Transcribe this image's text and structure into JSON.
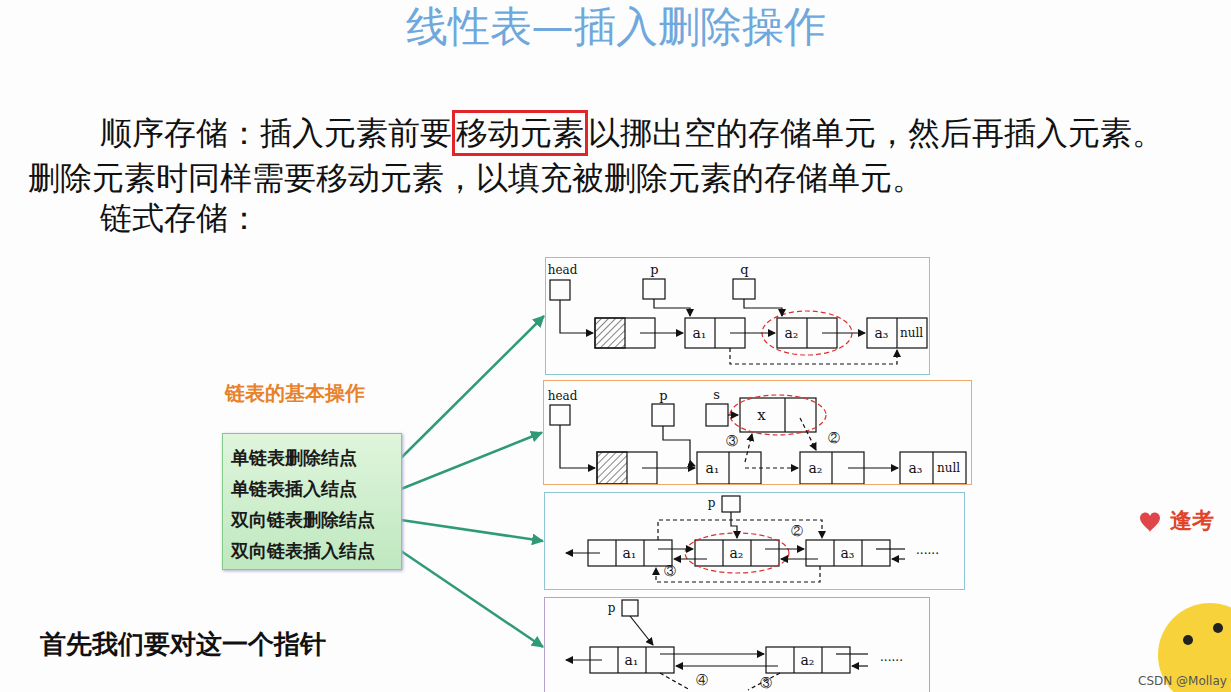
{
  "diagram": {
    "title": "线性表—插入删除操作",
    "nodes": [
      {
        "text": [
          "链表的基本操作"
        ]
      },
      {
        "text": [
          "单链表删除结点"
        ],
        "in": 0
      },
      {
        "text": [
          "单链表插入结点"
        ],
        "in": 0
      },
      {
        "text": [
          "双向链表删除结点"
        ],
        "in": 0
      },
      {
        "text": [
          "双向链表插入结点"
        ],
        "in": 0
      },
      {
        "text": [
          "head",
          "p",
          "q",
          "a₁",
          "a₂",
          "a₃",
          "null"
        ]
      },
      {
        "text": [
          "head",
          "p",
          "s",
          "x",
          "③",
          "②",
          "a₁",
          "a₂",
          "a₃",
          "null"
        ]
      },
      {
        "text": [
          "p",
          "②",
          "a₁",
          "a₂",
          "a₃",
          "......",
          "③"
        ]
      },
      {
        "text": [
          "p",
          "a₁",
          "a₂",
          "......",
          "④",
          "③"
        ]
      }
    ],
    "edges": [
      {
        "from": 1,
        "to": 5,
        "arrow": "to"
      },
      {
        "from": 2,
        "to": 6,
        "arrow": "to"
      },
      {
        "from": 3,
        "to": 7,
        "arrow": "to"
      },
      {
        "from": 4,
        "to": 8,
        "arrow": "to"
      }
    ],
    "labels": [
      "顺序存储：插入元素前要",
      "移动元素",
      "以挪出空的存储单元，然后再插入元素。",
      "删除元素时同样需要移动元素，以填充被删除元素的存储单元。",
      "链式存储：",
      "首先我们要对这一个指针",
      "逢考",
      "CSDN @Mollay"
    ]
  }
}
